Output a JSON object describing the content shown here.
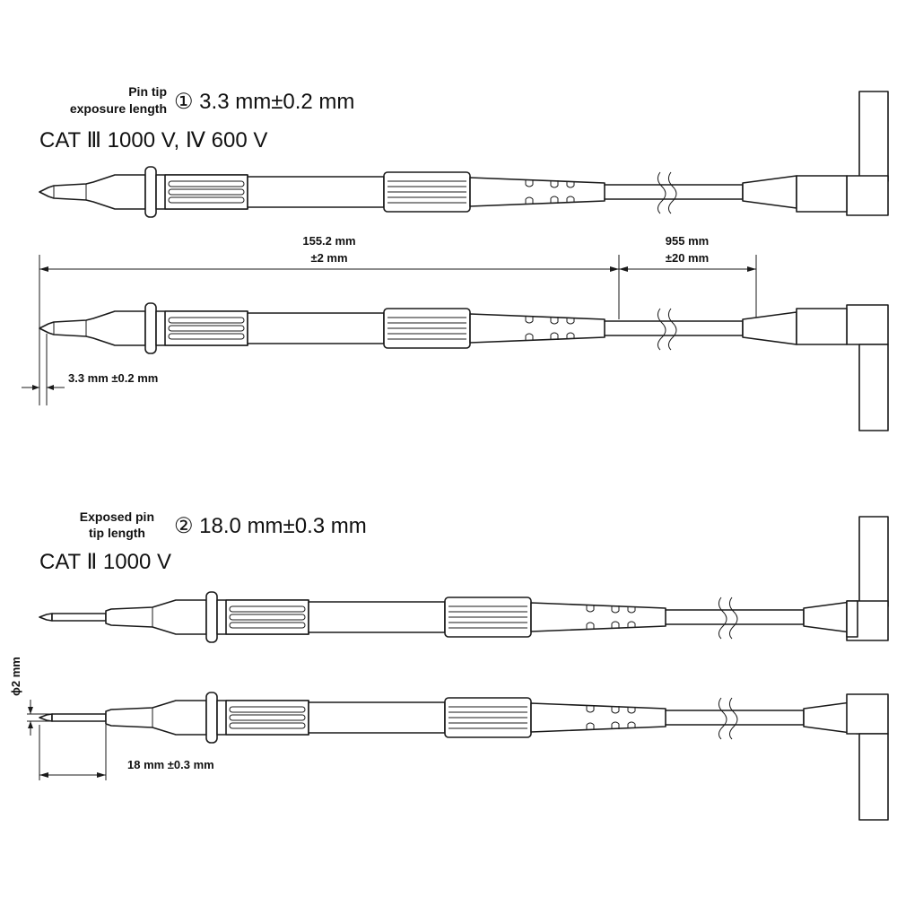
{
  "section1": {
    "label_line1": "Pin tip",
    "label_line2": "exposure length",
    "spec": "① 3.3 mm±0.2 mm",
    "rating": "CAT Ⅲ 1000 V, Ⅳ 600 V"
  },
  "dimensions1": {
    "probe_length_line1": "155.2 mm",
    "probe_length_line2": "±2 mm",
    "cable_length_line1": "955 mm",
    "cable_length_line2": "±20 mm",
    "tip_length": "3.3 mm ±0.2 mm"
  },
  "section2": {
    "label_line1": "Exposed pin",
    "label_line2": "tip length",
    "spec": "② 18.0 mm±0.3 mm",
    "rating": "CAT Ⅱ 1000 V"
  },
  "dimensions2": {
    "diameter": "ϕ2 mm",
    "tip_length": "18 mm ±0.3 mm"
  }
}
